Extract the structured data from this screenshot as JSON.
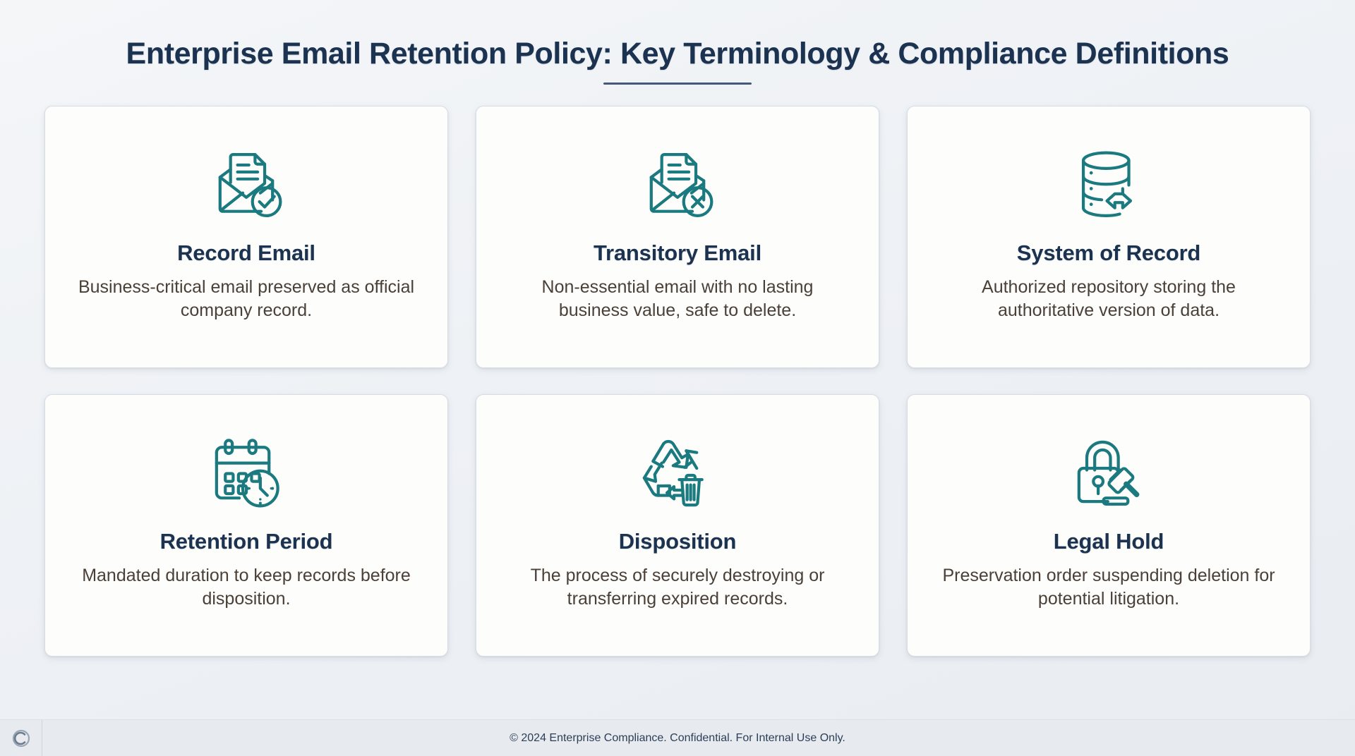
{
  "header": {
    "title": "Enterprise Email Retention Policy: Key Terminology & Compliance Definitions"
  },
  "theme": {
    "title_color": "#1b3250",
    "accent_color": "#1a7a7f",
    "body_text_color": "#4a4038",
    "card_background": "#fdfdfb",
    "page_background": "#eef1f5",
    "rule_color": "#45587a"
  },
  "cards": [
    {
      "icon": "email-record-check-icon",
      "title": "Record Email",
      "description": "Business-critical email preserved as official company record."
    },
    {
      "icon": "email-transitory-cross-icon",
      "title": "Transitory Email",
      "description": "Non-essential email with no lasting business value, safe to delete."
    },
    {
      "icon": "database-exchange-icon",
      "title": "System of Record",
      "description": "Authorized repository storing the authoritative version of data."
    },
    {
      "icon": "calendar-clock-icon",
      "title": "Retention Period",
      "description": "Mandated duration to keep records before disposition."
    },
    {
      "icon": "recycle-trash-icon",
      "title": "Disposition",
      "description": "The process of securely destroying or transferring expired records."
    },
    {
      "icon": "lock-gavel-icon",
      "title": "Legal Hold",
      "description": "Preservation order suspending deletion for potential litigation."
    }
  ],
  "footer": {
    "logo": "copyright-c-logo",
    "text": "© 2024 Enterprise Compliance. Confidential. For Internal Use Only."
  }
}
